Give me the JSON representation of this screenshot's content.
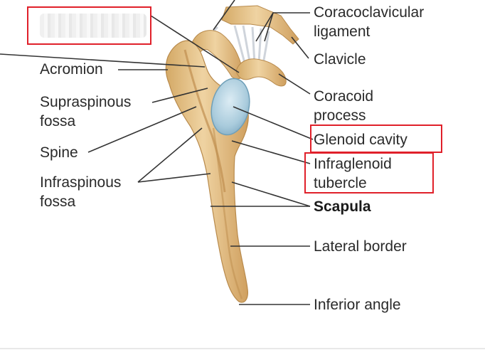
{
  "labels": {
    "coracoclavicular_ligament_line1": "Coracoclavicular",
    "coracoclavicular_ligament_line2": "ligament",
    "clavicle": "Clavicle",
    "coracoid_process_line1": "Coracoid",
    "coracoid_process_line2": "process",
    "glenoid_cavity": "Glenoid cavity",
    "infraglenoid_tubercle_line1": "Infraglenoid",
    "infraglenoid_tubercle_line2": "tubercle",
    "scapula": "Scapula",
    "lateral_border": "Lateral border",
    "inferior_angle": "Inferior angle",
    "acromion": "Acromion",
    "supraspinous_fossa_line1": "Supraspinous",
    "supraspinous_fossa_line2": "fossa",
    "spine": "Spine",
    "infraspinous_fossa_line1": "Infraspinous",
    "infraspinous_fossa_line2": "fossa"
  },
  "colors": {
    "bone": "#e6c58f",
    "bone_shadow": "#c79c5c",
    "bone_highlight": "#f6e2bb",
    "cartilage": "#b9d6e4",
    "cartilage_edge": "#6f9fb8",
    "ligament": "#d9dde3",
    "leader_line": "#333333",
    "highlight_box": "#e0202a"
  }
}
